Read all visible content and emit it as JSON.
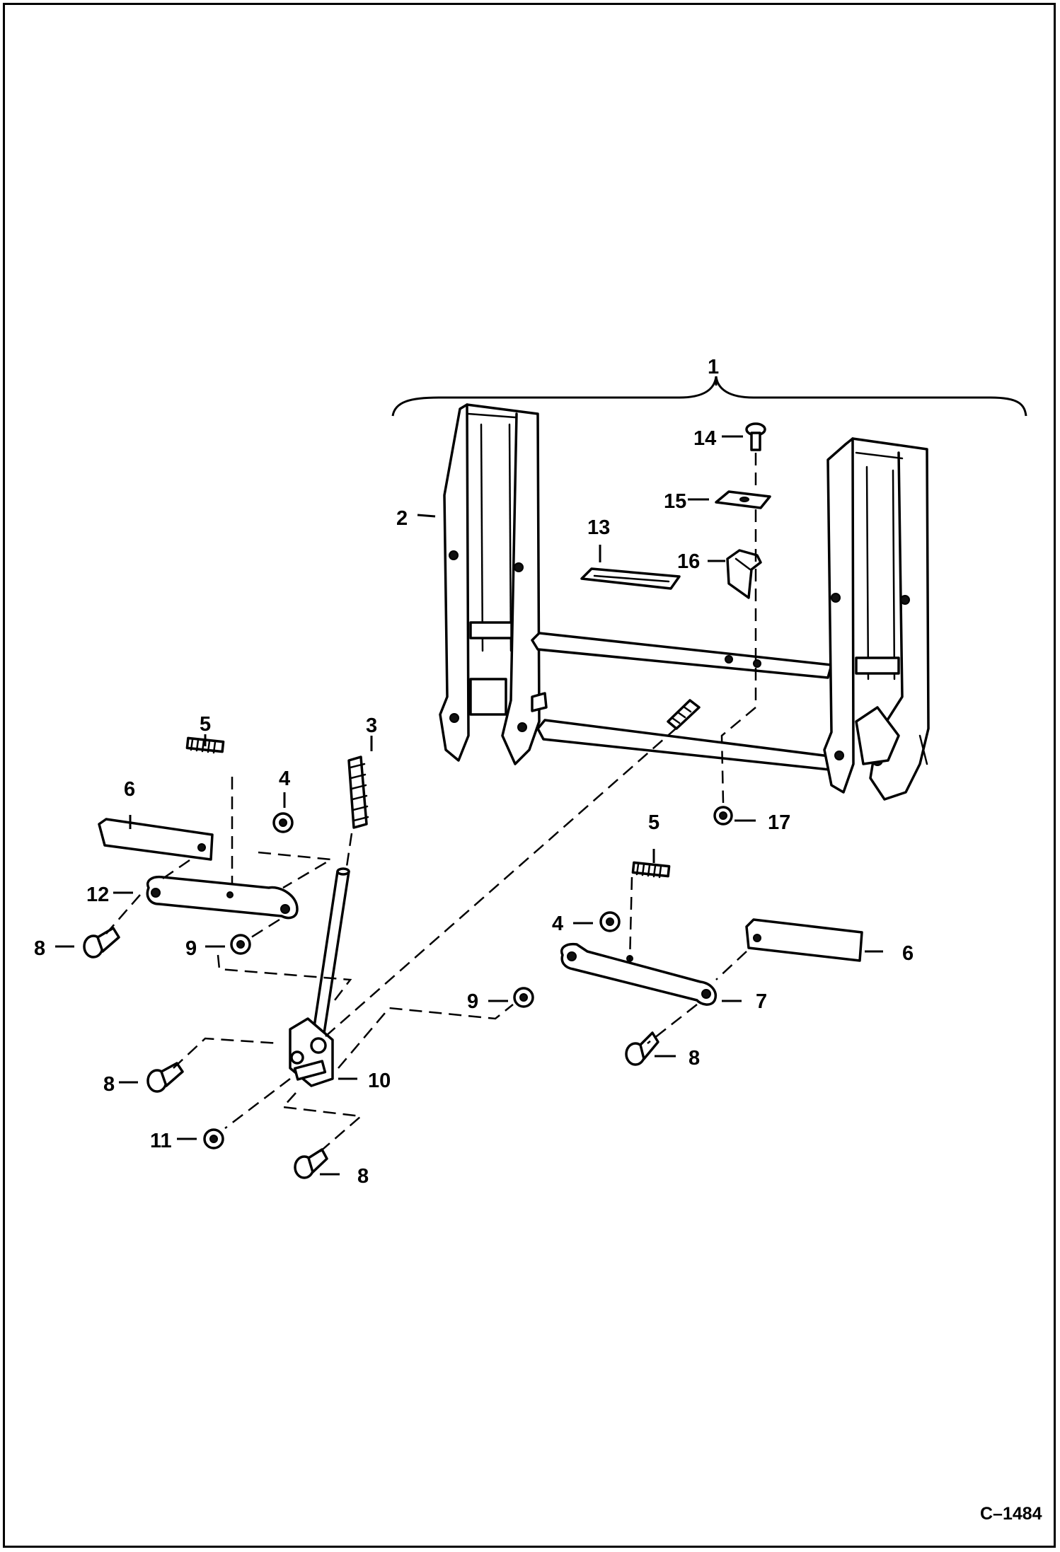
{
  "figure_ref": "C–1484",
  "callouts": {
    "c1": "1",
    "c2": "2",
    "c3": "3",
    "c4a": "4",
    "c4b": "4",
    "c5a": "5",
    "c5b": "5",
    "c6a": "6",
    "c6b": "6",
    "c7": "7",
    "c8a": "8",
    "c8b": "8",
    "c8c": "8",
    "c8d": "8",
    "c9a": "9",
    "c9b": "9",
    "c10": "10",
    "c11": "11",
    "c12": "12",
    "c13": "13",
    "c14": "14",
    "c15": "15",
    "c16": "16",
    "c17": "17"
  }
}
